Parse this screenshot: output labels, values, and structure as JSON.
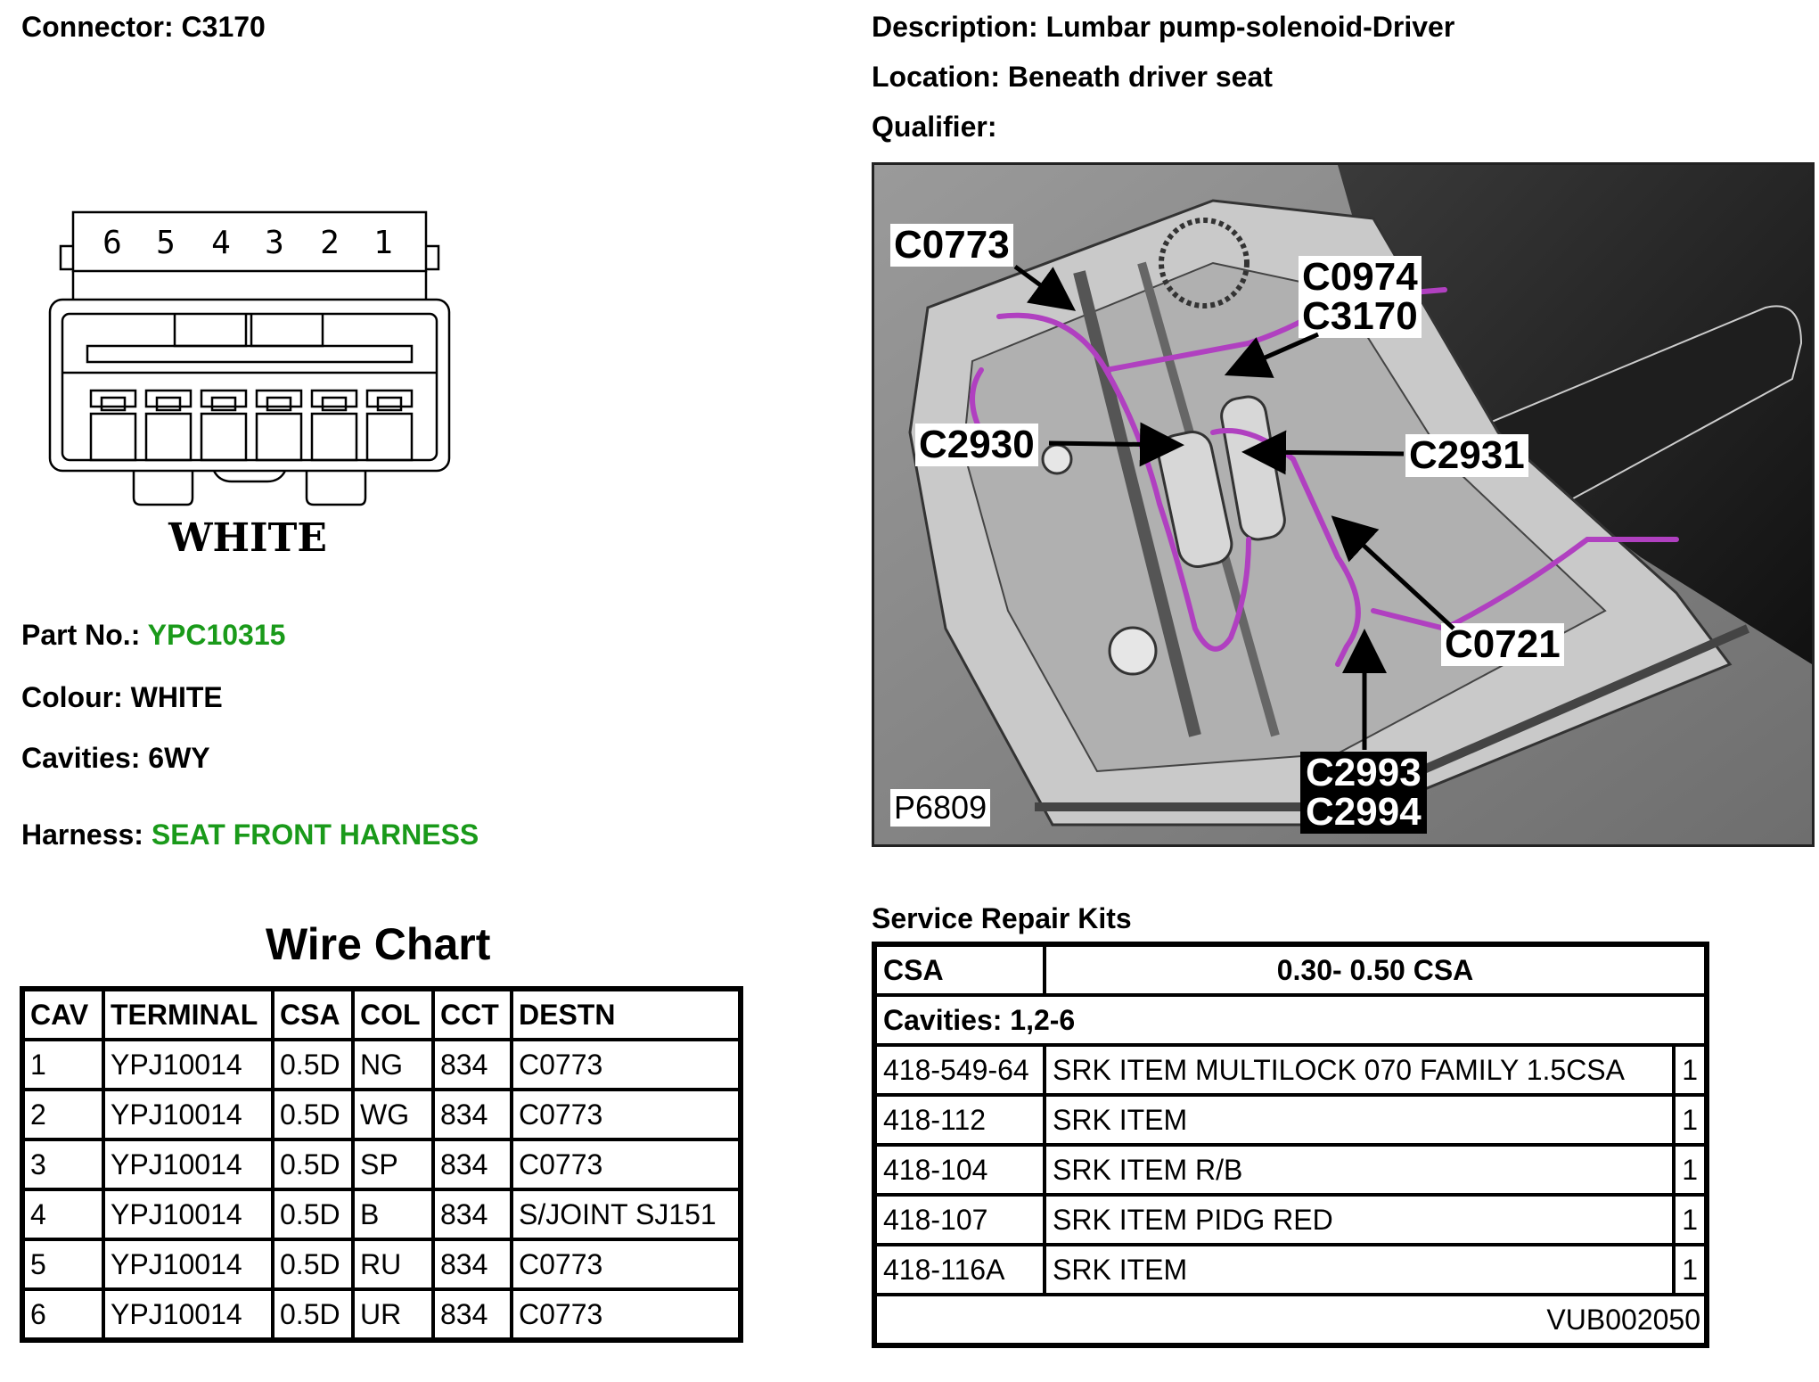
{
  "header": {
    "connector": "Connector: C3170",
    "description": "Description: Lumbar pump-solenoid-Driver",
    "location": "Location: Beneath driver seat",
    "qualifier": "Qualifier:"
  },
  "connector_drawing": {
    "pin_numbers": [
      "6",
      "5",
      "4",
      "3",
      "2",
      "1"
    ],
    "colour_label": "WHITE"
  },
  "info": {
    "part_label": "Part No.:",
    "part_value": "YPC10315",
    "colour": "Colour: WHITE",
    "cavities": "Cavities: 6WY",
    "harness_label": "Harness:",
    "harness_value": "SEAT FRONT HARNESS"
  },
  "wire_chart": {
    "title": "Wire Chart",
    "headers": [
      "CAV",
      "TERMINAL",
      "CSA",
      "COL",
      "CCT",
      "DESTN"
    ],
    "rows": [
      [
        "1",
        "YPJ10014",
        "0.5D",
        "NG",
        "834",
        "C0773"
      ],
      [
        "2",
        "YPJ10014",
        "0.5D",
        "WG",
        "834",
        "C0773"
      ],
      [
        "3",
        "YPJ10014",
        "0.5D",
        "SP",
        "834",
        "C0773"
      ],
      [
        "4",
        "YPJ10014",
        "0.5D",
        "B",
        "834",
        "S/JOINT SJ151"
      ],
      [
        "5",
        "YPJ10014",
        "0.5D",
        "RU",
        "834",
        "C0773"
      ],
      [
        "6",
        "YPJ10014",
        "0.5D",
        "UR",
        "834",
        "C0773"
      ]
    ]
  },
  "photo": {
    "labels": {
      "c0773": "C0773",
      "c0974": "C0974",
      "c3170": "C3170",
      "c2930": "C2930",
      "c2931": "C2931",
      "c0721": "C0721",
      "c2993": "C2993",
      "c2994": "C2994",
      "ref": "P6809"
    },
    "harness_color": "#b040c0"
  },
  "service_kits": {
    "title": "Service Repair Kits",
    "csa_label": "CSA",
    "csa_value": "0.30- 0.50 CSA",
    "cavities": "Cavities: 1,2-6",
    "rows": [
      [
        "418-549-64",
        "SRK ITEM MULTILOCK 070 FAMILY 1.5CSA",
        "1"
      ],
      [
        "418-112",
        "SRK ITEM",
        "1"
      ],
      [
        "418-104",
        "SRK ITEM R/B",
        "1"
      ],
      [
        "418-107",
        "SRK ITEM PIDG RED",
        "1"
      ],
      [
        "418-116A",
        "SRK ITEM",
        "1"
      ]
    ],
    "footer": "VUB002050"
  }
}
